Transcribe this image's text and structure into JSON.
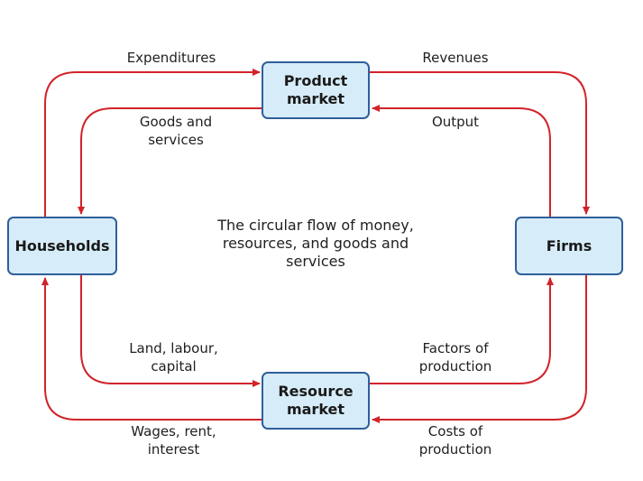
{
  "title": [
    "The circular flow of money,",
    "resources, and goods and",
    "services"
  ],
  "nodes": {
    "product_market": [
      "Product",
      "market"
    ],
    "resource_market": [
      "Resource",
      "market"
    ],
    "households": "Households",
    "firms": "Firms"
  },
  "flows": {
    "expenditures": "Expenditures",
    "revenues": "Revenues",
    "goods_services": [
      "Goods and",
      "services"
    ],
    "output": "Output",
    "land_labour_capital": [
      "Land, labour,",
      "capital"
    ],
    "factors_of_production": [
      "Factors of",
      "production"
    ],
    "wages_rent_interest": [
      "Wages, rent,",
      "interest"
    ],
    "costs_of_production": [
      "Costs of",
      "production"
    ]
  },
  "colors": {
    "arrow": "#d2232a",
    "box_fill": "#d6ecf9",
    "box_border": "#2f5f9a"
  }
}
